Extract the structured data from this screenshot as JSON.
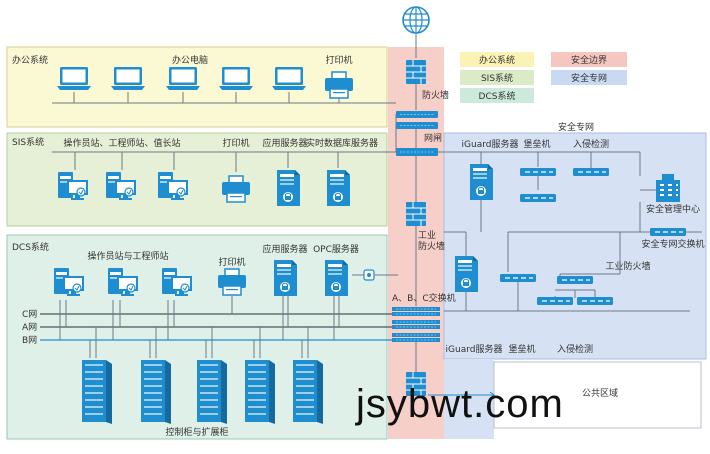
{
  "colors": {
    "office_zone": "#fbf8d4",
    "sis_zone": "#e6f0d7",
    "dcs_zone": "#dff0e8",
    "security_boundary": "#f6cfc8",
    "security_network": "#d6e2f4",
    "device_blue": "#1f8ed1",
    "line": "#6b7a86"
  },
  "legend": [
    {
      "label": "办公系统",
      "color": "#fbf3b5"
    },
    {
      "label": "安全边界",
      "color": "#f6c7c0"
    },
    {
      "label": "SIS系统",
      "color": "#dcebc7"
    },
    {
      "label": "安全专网",
      "color": "#c9d9f1"
    },
    {
      "label": "DCS系统",
      "color": "#cce9dc"
    }
  ],
  "office": {
    "title": "办公系统",
    "pc_label": "办公电脑",
    "printer_label": "打印机"
  },
  "sis": {
    "title": "SIS系统",
    "stations_label": "操作员站、工程师站、值长站",
    "printer_label": "打印机",
    "app_server_label": "应用服务器",
    "rtdb_label": "实时数据库服务器"
  },
  "dcs": {
    "title": "DCS系统",
    "stations_label": "操作员站与工程师站",
    "printer_label": "打印机",
    "app_server_label": "应用服务器",
    "opc_label": "OPC服务器",
    "nets": [
      "C网",
      "A网",
      "B网"
    ],
    "cabinet_label": "控制柜与扩展柜"
  },
  "boundary": {
    "firewall_top": "防火墙",
    "gateway": "网闸",
    "industrial_firewall": "工业\n防火墙",
    "switch_label": "A、B、C交换机"
  },
  "secnet": {
    "title": "安全专网",
    "iguard_top": "iGuard服务器",
    "bastion_top": "堡垒机",
    "ids_top": "入侵检测",
    "mgmt_center": "安全管理中心",
    "secnet_switch": "安全专网交换机",
    "industrial_firewall": "工业防火墙",
    "iguard_bottom": "iGuard服务器",
    "bastion_bottom": "堡垒机",
    "ids_bottom": "入侵检测",
    "public_area": "公共区域"
  },
  "watermark": "jsybwt.com"
}
